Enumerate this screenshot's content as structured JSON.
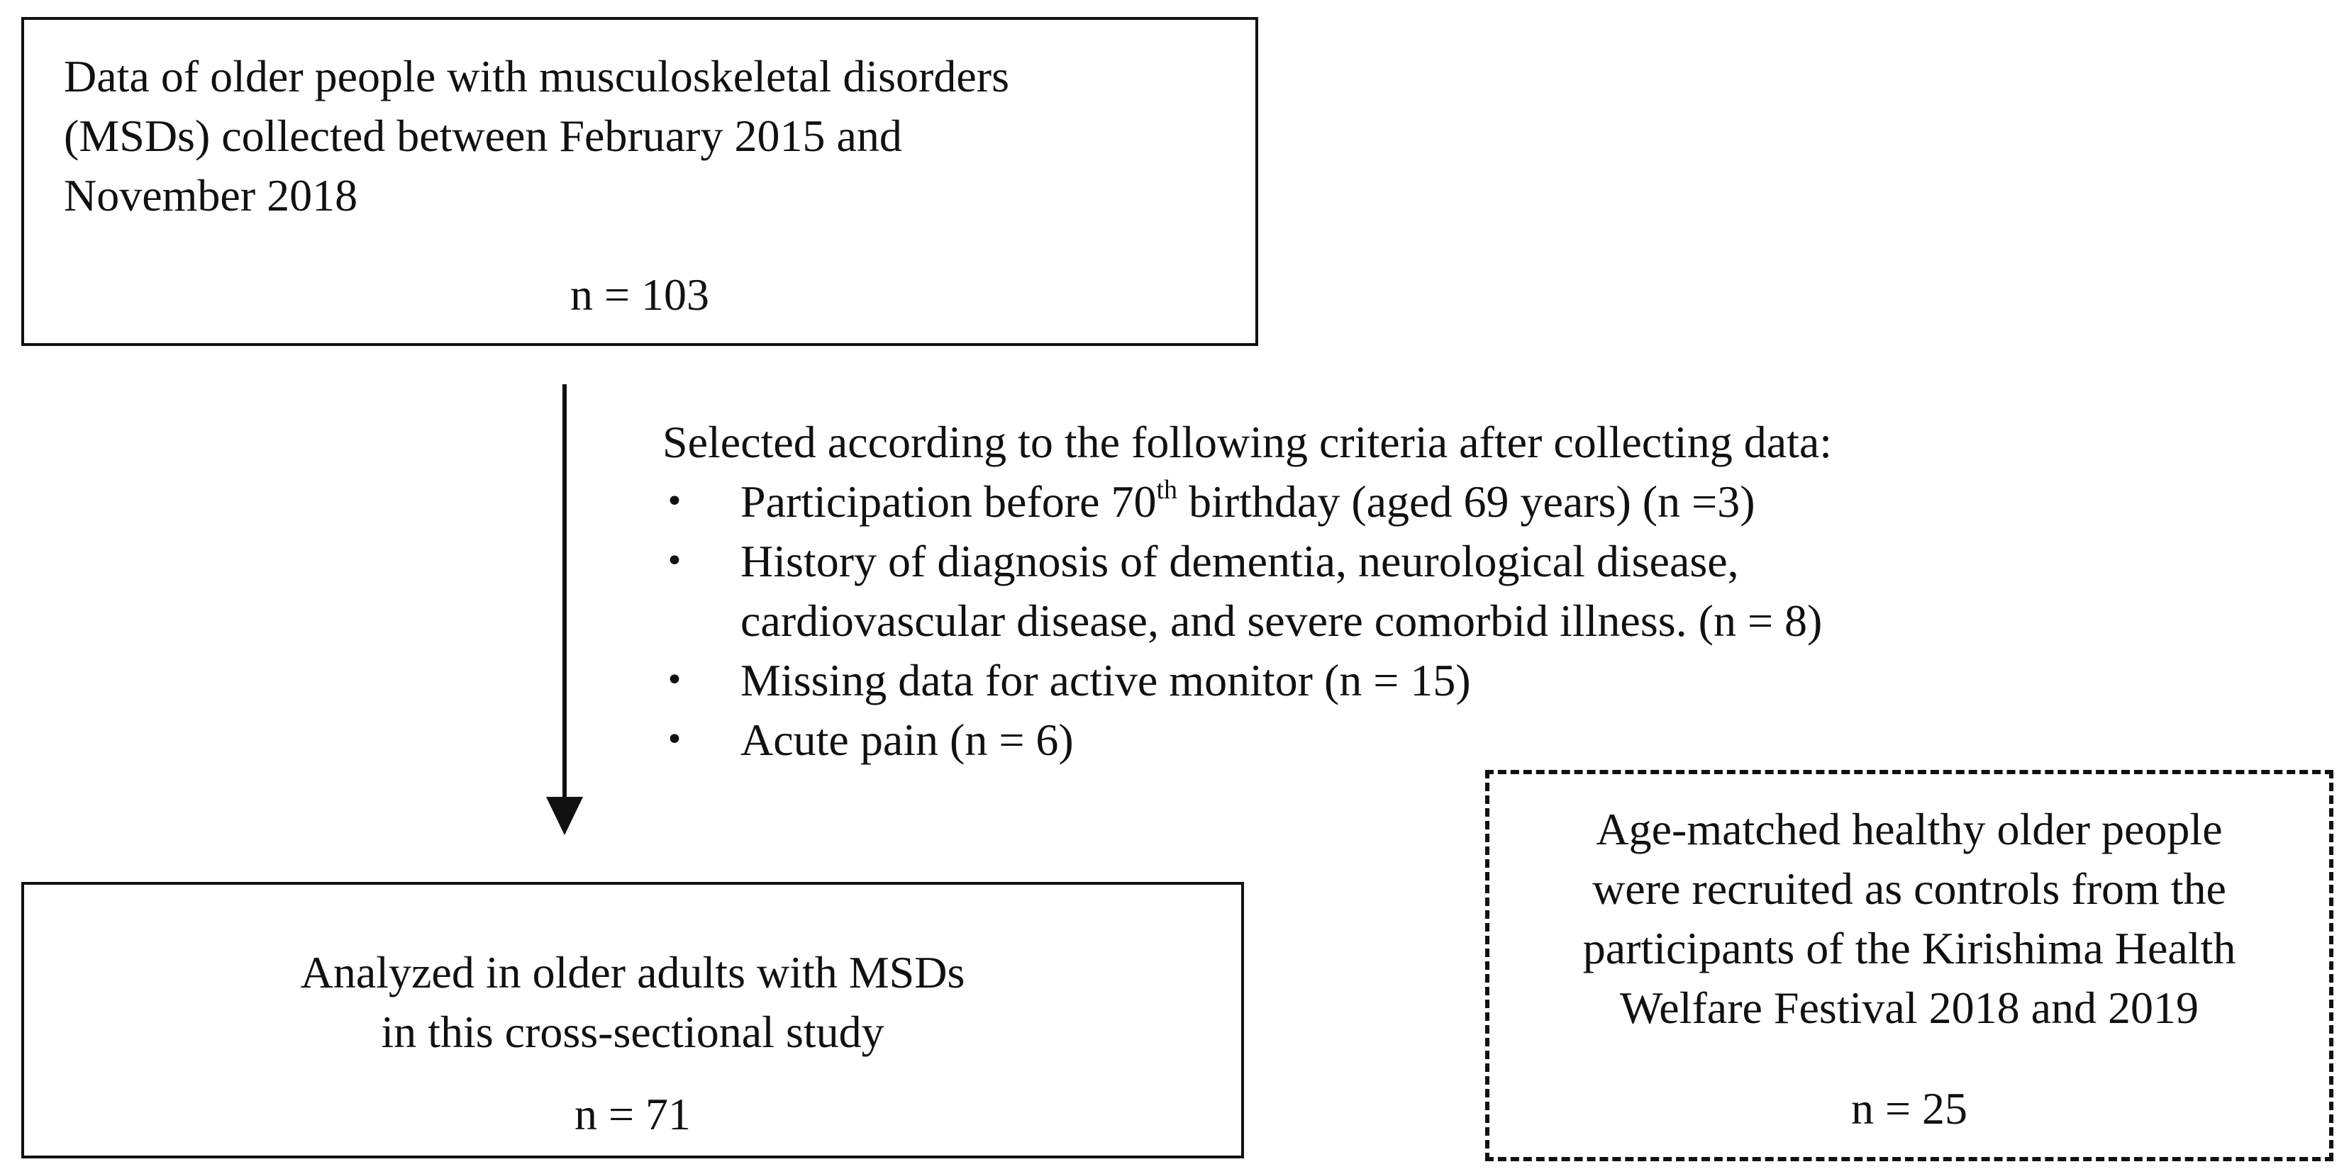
{
  "source_box": {
    "lines": [
      "Data of older people with musculoskeletal disorders",
      "(MSDs) collected between February 2015 and",
      "November 2018"
    ],
    "n": "n = 103"
  },
  "criteria": {
    "heading": "Selected according to the following criteria after collecting data:",
    "items": [
      {
        "pre": "Participation before 70",
        "sup": "th",
        "post": " birthday (aged 69 years) (n =3)"
      },
      {
        "line1": "History of diagnosis of dementia, neurological disease,",
        "line2": "cardiovascular disease, and severe comorbid illness. (n = 8)"
      },
      {
        "text": "Missing data for active monitor (n = 15)"
      },
      {
        "text": "Acute pain (n = 6)"
      }
    ]
  },
  "analyzed_box": {
    "lines": [
      "Analyzed  in older adults with MSDs",
      "in this cross-sectional study"
    ],
    "n": "n = 71"
  },
  "control_box": {
    "lines": [
      "Age-matched healthy older people",
      "were recruited as controls from the",
      "participants of the Kirishima Health",
      "Welfare Festival 2018 and 2019"
    ],
    "n": "n = 25"
  }
}
